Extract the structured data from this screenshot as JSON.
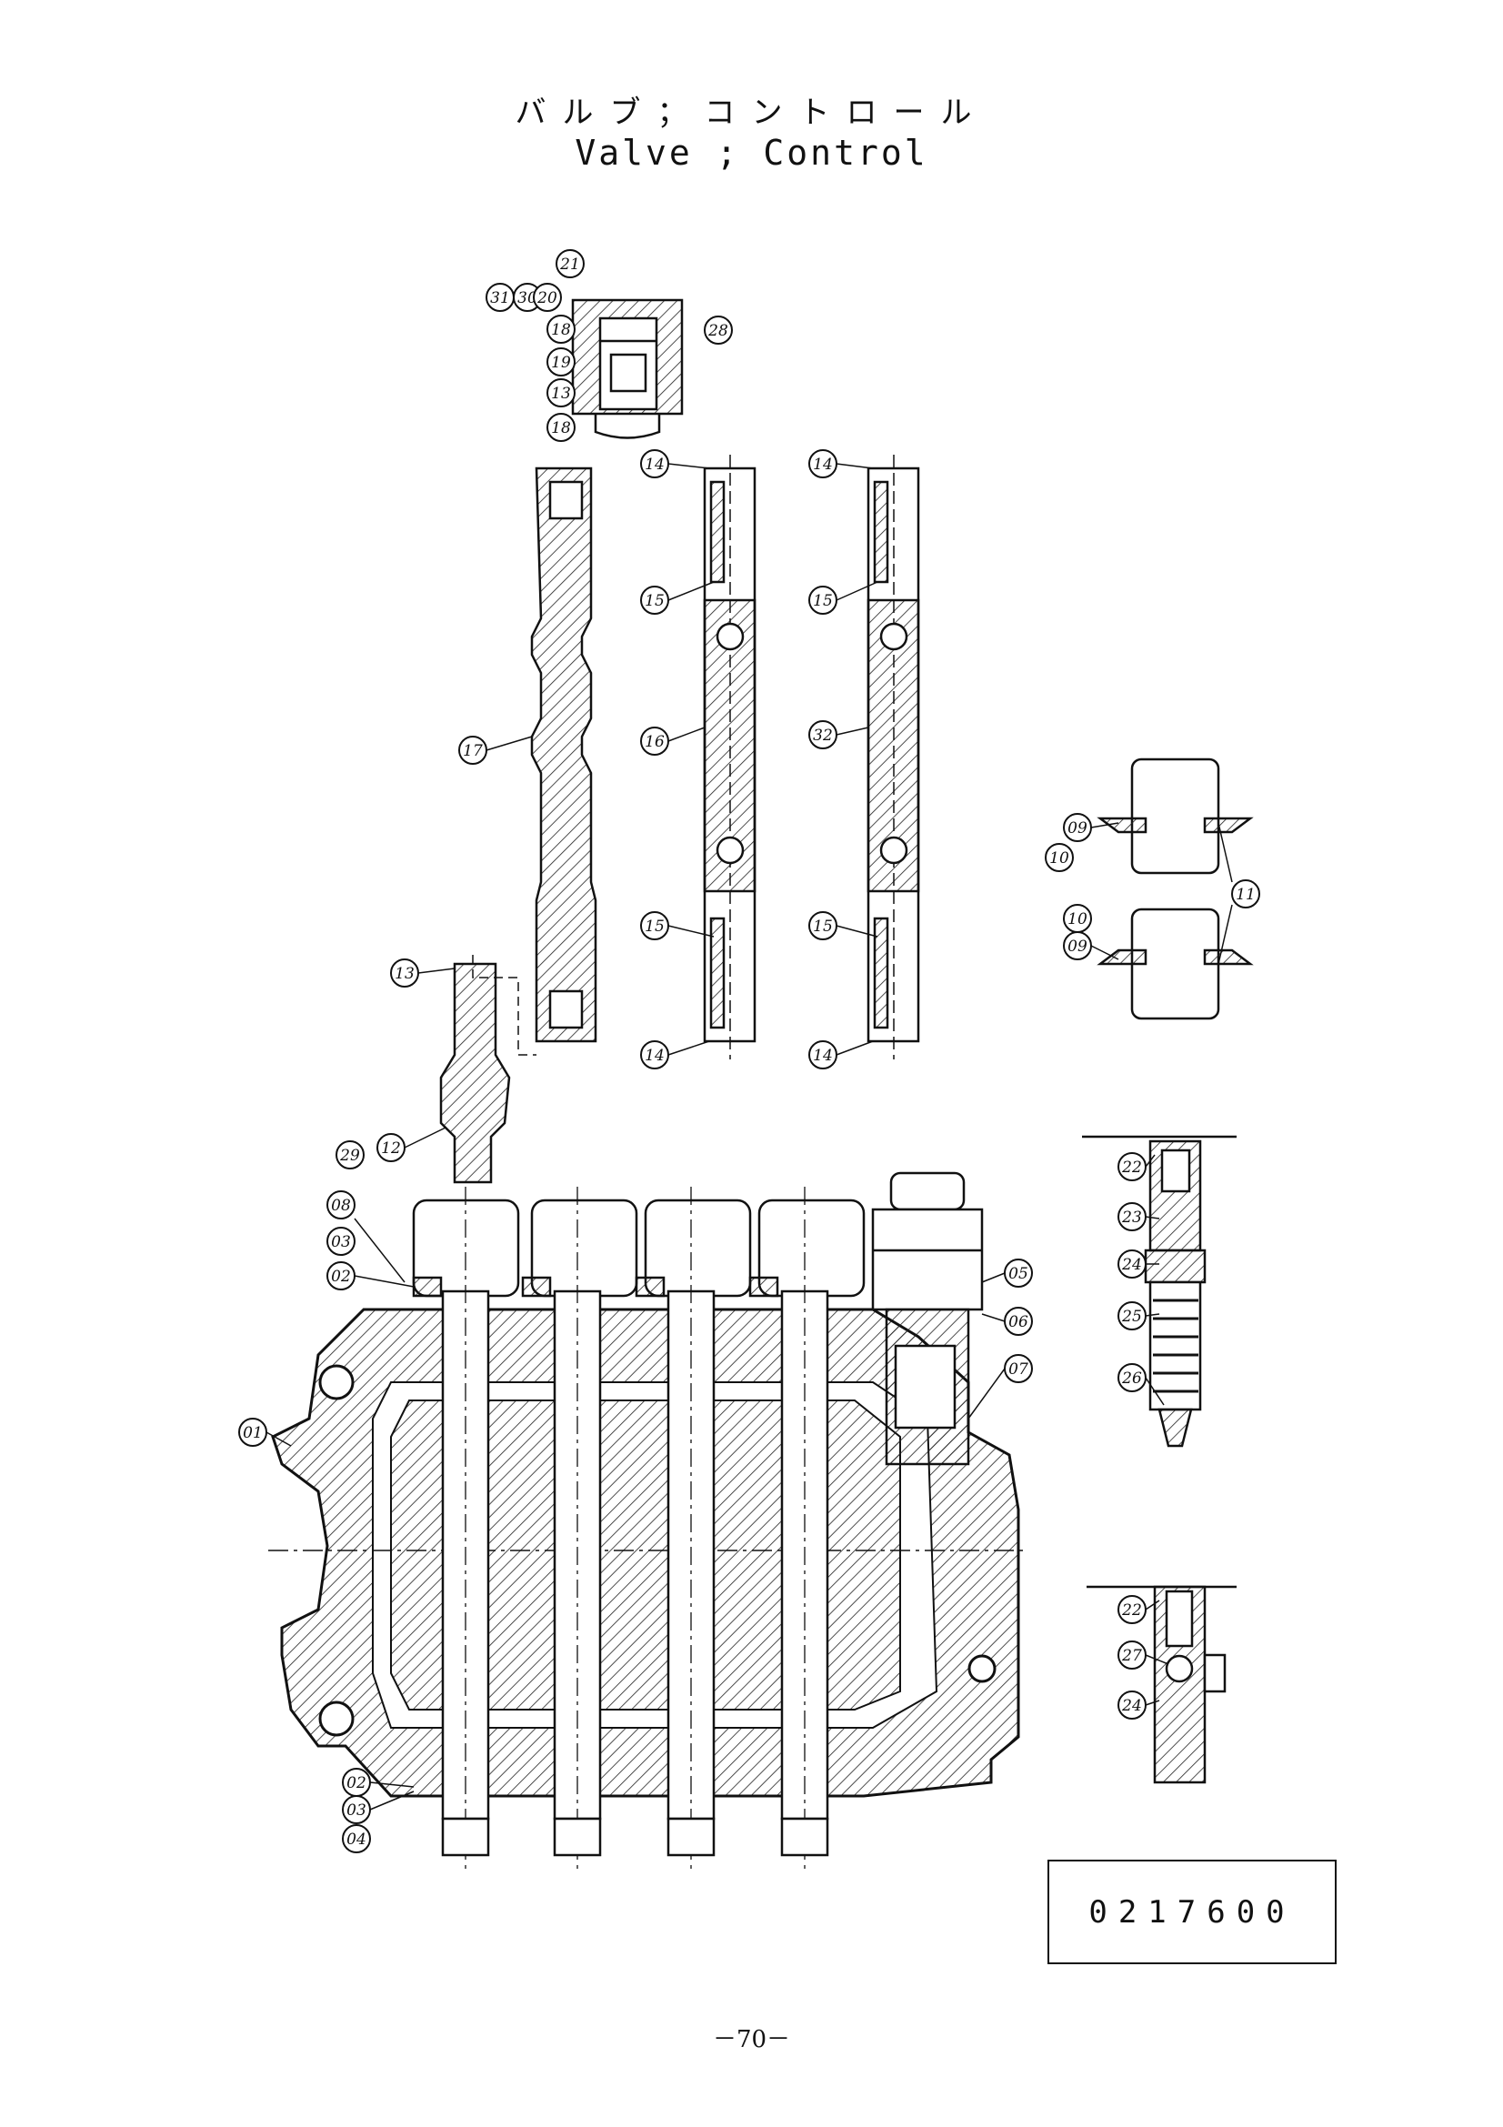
{
  "title": {
    "japanese": "バルブ；コントロール",
    "english": "Valve ; Control"
  },
  "part_number": "0217600",
  "page_number": "－70－",
  "callouts": [
    "01",
    "02",
    "03",
    "04",
    "05",
    "06",
    "07",
    "08",
    "09",
    "10",
    "11",
    "12",
    "13",
    "14",
    "15",
    "16",
    "17",
    "18",
    "19",
    "20",
    "21",
    "22",
    "23",
    "24",
    "25",
    "26",
    "27",
    "28",
    "29",
    "30",
    "31",
    "32"
  ]
}
